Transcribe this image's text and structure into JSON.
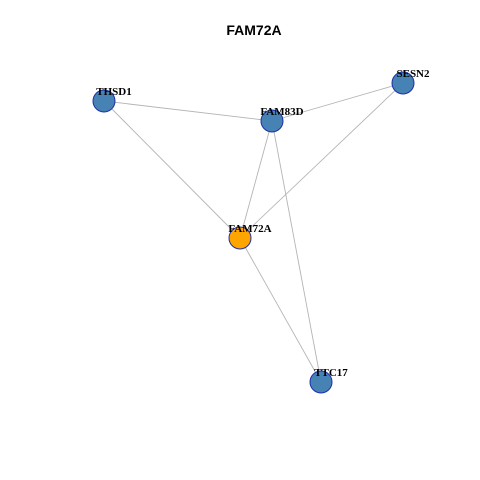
{
  "title": "FAM72A",
  "colors": {
    "center_node": "#FFA500",
    "neighbor_node": "#4682B4",
    "node_border": "#1F2FA8",
    "edge": "#B4B4B4"
  },
  "nodes": [
    {
      "id": "THSD1",
      "label": "THSD1",
      "role": "neighbor"
    },
    {
      "id": "FAM83D",
      "label": "FAM83D",
      "role": "neighbor"
    },
    {
      "id": "SESN2",
      "label": "SESN2",
      "role": "neighbor"
    },
    {
      "id": "FAM72A",
      "label": "FAM72A",
      "role": "center"
    },
    {
      "id": "TTC17",
      "label": "TTC17",
      "role": "neighbor"
    }
  ],
  "edges": [
    {
      "source": "THSD1",
      "target": "FAM83D"
    },
    {
      "source": "THSD1",
      "target": "FAM72A"
    },
    {
      "source": "FAM83D",
      "target": "SESN2"
    },
    {
      "source": "FAM83D",
      "target": "FAM72A"
    },
    {
      "source": "FAM83D",
      "target": "TTC17"
    },
    {
      "source": "SESN2",
      "target": "FAM72A"
    },
    {
      "source": "FAM72A",
      "target": "TTC17"
    }
  ]
}
